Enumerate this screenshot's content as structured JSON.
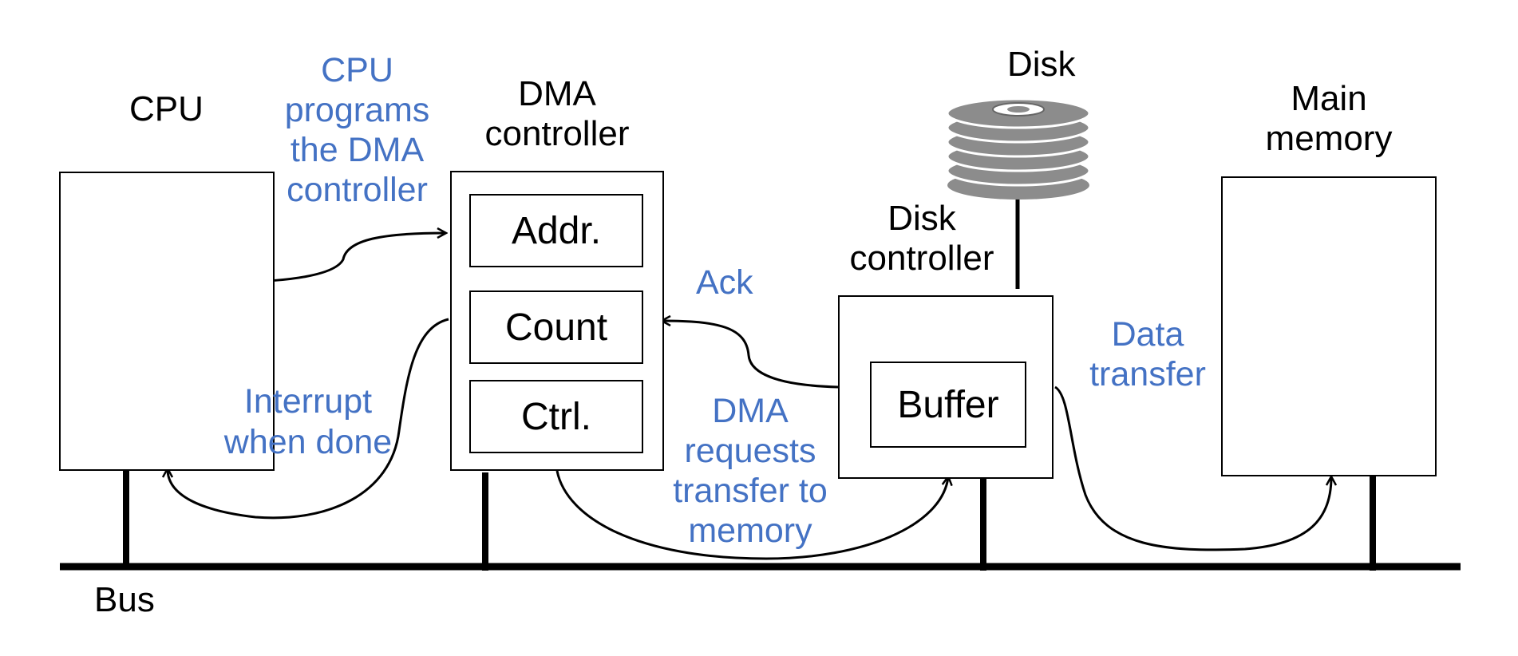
{
  "labels": {
    "cpu": "CPU",
    "dma_title_1": "DMA",
    "dma_title_2": "controller",
    "disk": "Disk",
    "disk_controller_1": "Disk",
    "disk_controller_2": "controller",
    "main_memory_1": "Main",
    "main_memory_2": "memory",
    "bus": "Bus"
  },
  "registers": {
    "addr": "Addr.",
    "count": "Count",
    "ctrl": "Ctrl."
  },
  "buffer": "Buffer",
  "annotations": {
    "cpu_programs": [
      "CPU",
      "programs",
      "the DMA",
      "controller"
    ],
    "ack": "Ack",
    "interrupt": [
      "Interrupt",
      "when done"
    ],
    "dma_requests": [
      "DMA",
      "requests",
      "transfer to",
      "memory"
    ],
    "data_transfer": [
      "Data",
      "transfer"
    ]
  },
  "colors": {
    "annotation": "#4472c4",
    "line": "#000000",
    "disk_platter": "#8c8c8c"
  }
}
